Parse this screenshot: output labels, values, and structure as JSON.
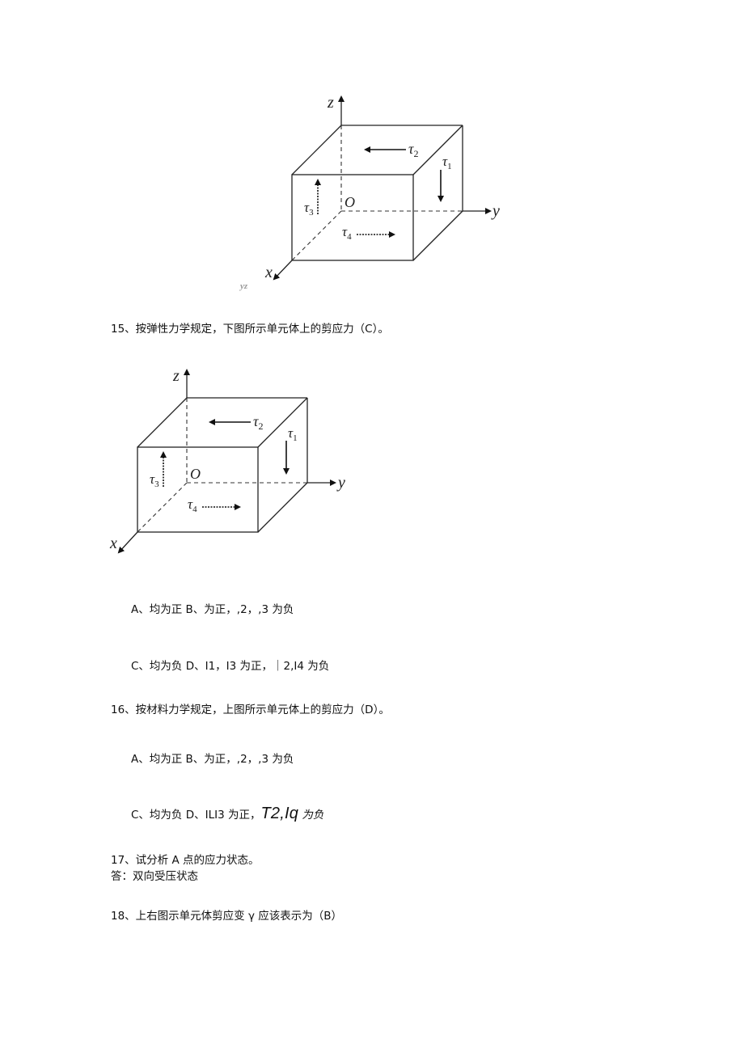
{
  "figure1": {
    "axes": {
      "z": "z",
      "y": "y",
      "x": "x",
      "origin": "O"
    },
    "labels": {
      "t1": "τ",
      "t1_sub": "1",
      "t2": "τ",
      "t2_sub": "2",
      "t3": "τ",
      "t3_sub": "3",
      "t4": "τ",
      "t4_sub": "4"
    },
    "caption_fragment": "yz"
  },
  "q15": {
    "text": "15、按弹性力学规定，下图所示单元体上的剪应力（C）。"
  },
  "figure2": {
    "axes": {
      "z": "z",
      "y": "y",
      "x": "x",
      "origin": "O"
    },
    "labels": {
      "t1": "τ",
      "t1_sub": "1",
      "t2": "τ",
      "t2_sub": "2",
      "t3": "τ",
      "t3_sub": "3",
      "t4": "τ",
      "t4_sub": "4"
    }
  },
  "q15_options": {
    "line1": "A、均为正 B、为正，,2，,3 为负",
    "line2": "C、均为负 D、I1，I3 为正，｜2,I4 为负"
  },
  "q16": {
    "text": "16、按材料力学规定，上图所示单元体上的剪应力（D）。",
    "line1": "A、均为正 B、为正，,2，,3 为负",
    "line2_prefix": "C、均为负 D、ILI3 为正，",
    "line2_big": "T2,Iq",
    "line2_suffix": " 为负"
  },
  "q17": {
    "text": "17、试分析 A 点的应力状态。",
    "answer": "答：双向受压状态"
  },
  "q18": {
    "text": "18、上右图示单元体剪应变 γ 应该表示为（B）"
  }
}
